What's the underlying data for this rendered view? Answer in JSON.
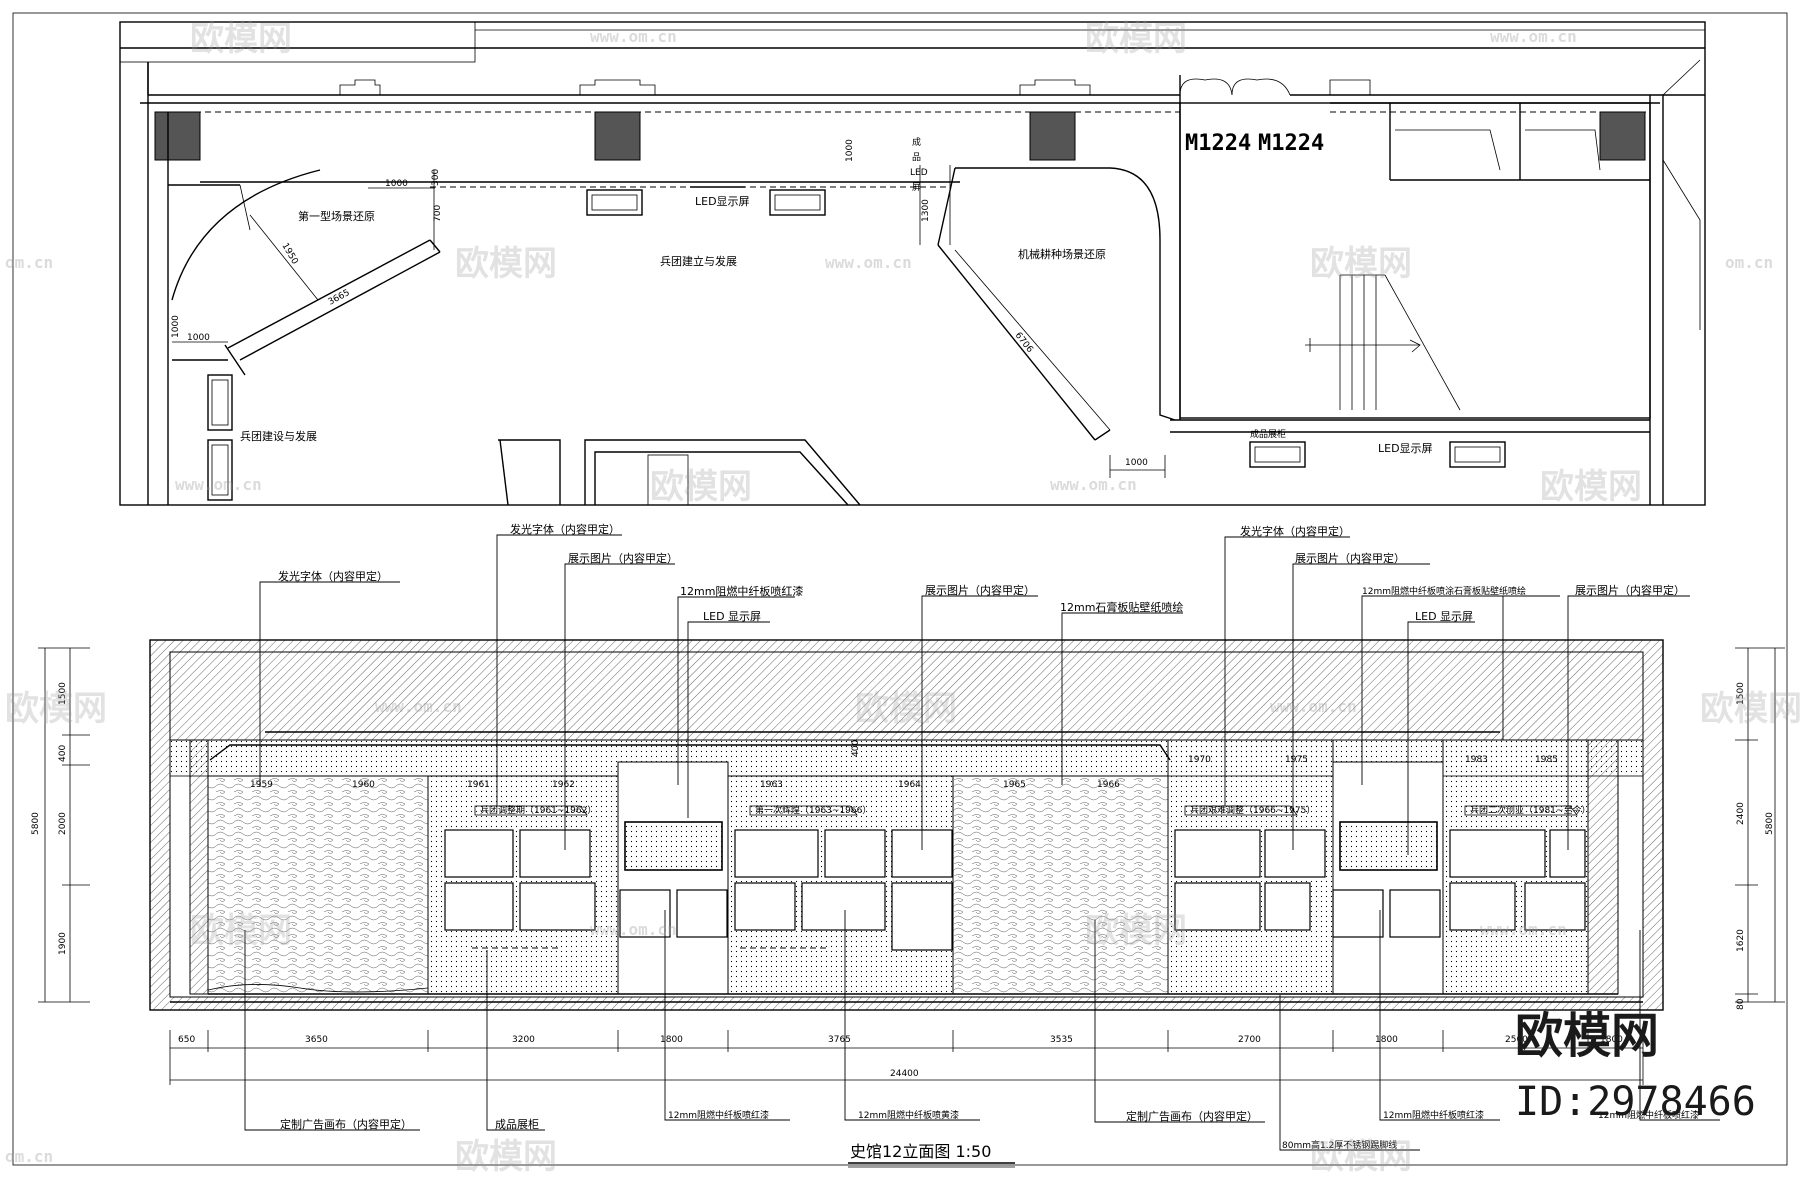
{
  "plan": {
    "door_label_1": "M1224",
    "door_label_2": "M1224",
    "led_screen_top": "LED显示屏",
    "led_screen_bottom": "LED显示屏",
    "scene_first_type": "第一型场景还原",
    "corps_founding": "兵团建立与发展",
    "corps_construction": "兵团建设与发展",
    "machinery_scene": "机械耕种场景还原",
    "finished_led_chars": [
      "成",
      "品",
      "LED",
      "屏"
    ],
    "bottom_small_label": "成品展柜",
    "dims": {
      "d1000a": "1000",
      "d300": "300",
      "d700": "700",
      "d1000b": "1000",
      "d1300": "1300",
      "d1950": "1950",
      "d3665": "3665",
      "d1000c": "1000",
      "d1000d": "1000",
      "d6706": "6706",
      "d1000e": "1000"
    }
  },
  "elevation": {
    "title": "史馆12立面图 1:50",
    "callouts_top": {
      "glow_text_1": "发光字体（内容甲定）",
      "glow_text_2": "发光字体（内容甲定）",
      "display_pic_1": "展示图片（内容甲定）",
      "fireproof_red_1": "12mm阻燃中纤板喷红漆",
      "led_1": "LED 显示屏",
      "display_pic_2": "展示图片（内容甲定）",
      "gypsum_wallpaper": "12mm石膏板贴壁纸喷绘",
      "glow_text_3": "发光字体（内容甲定）",
      "display_pic_3": "展示图片（内容甲定）",
      "fireproof_mix": "12mm阻燃中纤板喷涂石膏板贴壁纸喷绘",
      "led_2": "LED 显示屏",
      "display_pic_4": "展示图片（内容甲定）"
    },
    "callouts_bottom": {
      "custom_canvas_1": "定制广告画布（内容甲定）",
      "cabinet": "成品展柜",
      "fireproof_red_2": "12mm阻燃中纤板喷红漆",
      "fireproof_yellow": "12mm阻燃中纤板喷黄漆",
      "custom_canvas_2": "定制广告画布（内容甲定）",
      "steel_skirting": "80mm高1.2厚不锈钢踢脚线",
      "fireproof_red_3": "12mm阻燃中纤板喷红漆",
      "fireproof_red_4": "12mm阻燃中纤板喷红漆"
    },
    "years": [
      "1959",
      "1960",
      "1961",
      "1962",
      "1963",
      "1964",
      "1965",
      "1966",
      "1970",
      "1975",
      "1983",
      "1985"
    ],
    "panel_labels": [
      "兵团调整期（1961~1962）",
      "第一次辉煌（1963~1966）",
      "兵团艰难调整（1966~1975）",
      "兵团二次创业（1981~至今）"
    ],
    "bottom_dims": [
      "650",
      "3650",
      "3200",
      "1800",
      "3765",
      "3535",
      "2700",
      "1800",
      "2500",
      "1800"
    ],
    "total_dim": "24400",
    "left_dims": [
      "1500",
      "400",
      "2000",
      "1900"
    ],
    "left_total": "5800",
    "right_dims": [
      "1500",
      "2400",
      "1620",
      "80"
    ],
    "right_total": "5800",
    "dim_400": "400"
  },
  "watermark": {
    "brand": "欧模网",
    "url": "www.om.cn",
    "url_short": "om.cn",
    "id": "ID:2978466"
  }
}
